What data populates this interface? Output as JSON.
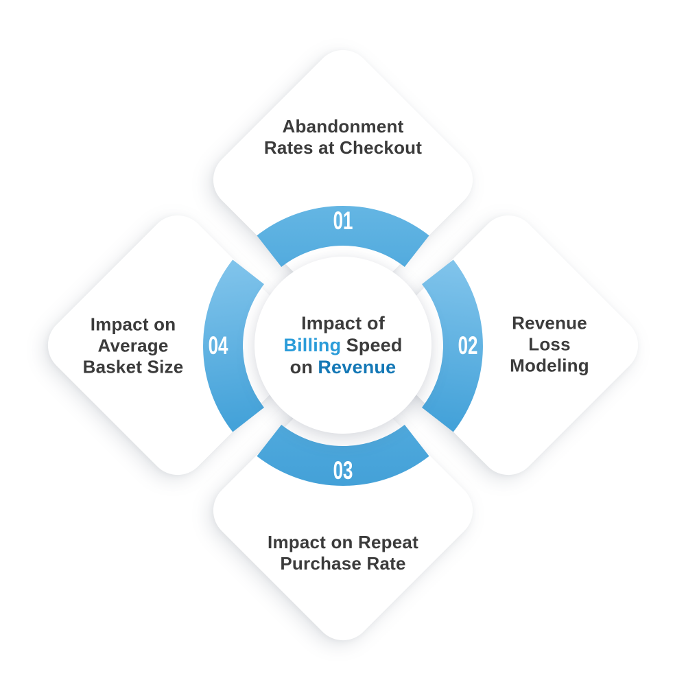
{
  "diagram": {
    "center": {
      "line1": "Impact of",
      "line2_highlight": "Billing",
      "line2_rest": "Speed",
      "line3_prefix": "on",
      "line3_highlight": "Revenue"
    },
    "items": [
      {
        "number": "01",
        "position": "top",
        "lines": [
          "Abandonment",
          "Rates at Checkout"
        ]
      },
      {
        "number": "02",
        "position": "right",
        "lines": [
          "Revenue",
          "Loss",
          "Modeling"
        ]
      },
      {
        "number": "03",
        "position": "bottom",
        "lines": [
          "Impact on Repeat",
          "Purchase Rate"
        ]
      },
      {
        "number": "04",
        "position": "left",
        "lines": [
          "Impact on",
          "Average",
          "Basket Size"
        ]
      }
    ],
    "colors": {
      "ring_blue": "#52ABDE",
      "ring_blue_light": "#85C6EC",
      "billing_blue": "#2B9CD9",
      "revenue_blue": "#1478B6",
      "text_dark": "#3B3B3B",
      "card_white": "#FFFFFF"
    }
  }
}
